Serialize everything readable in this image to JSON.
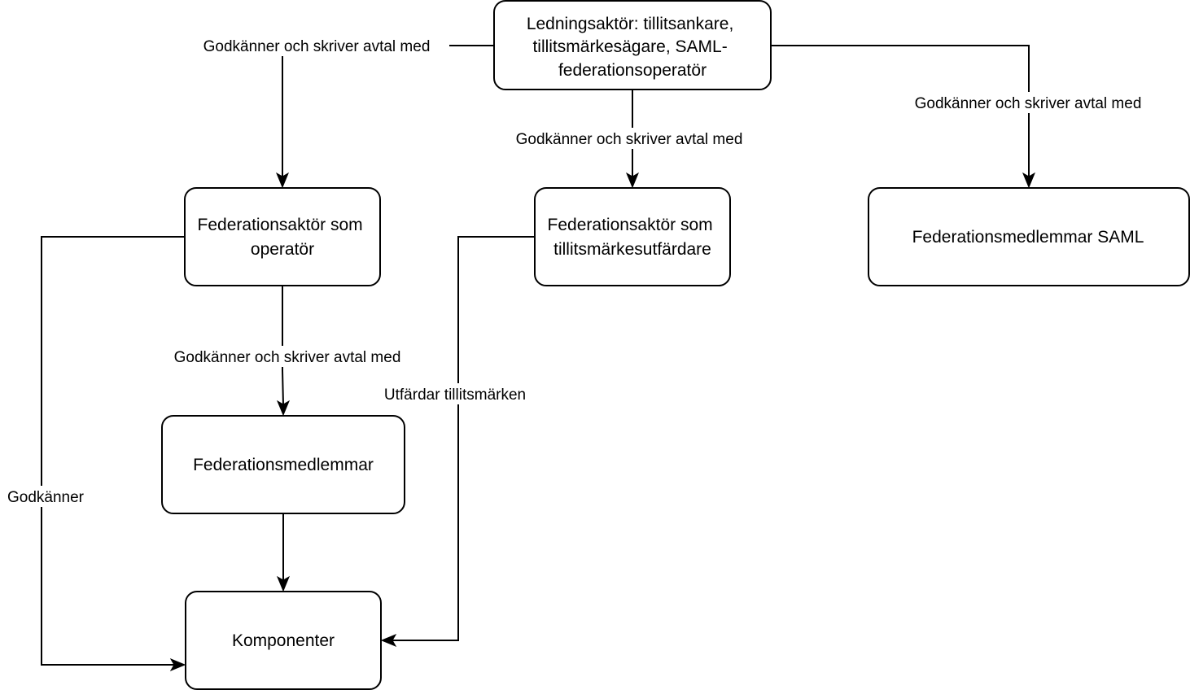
{
  "nodes": {
    "ledningsaktor": {
      "lines": [
        "Ledningsaktör: tillitsankare,",
        "tillitsmärkesägare, SAML-",
        "federationsoperatör"
      ]
    },
    "federationsaktor_operator": {
      "lines": [
        "Federationsaktör som",
        "operatör"
      ]
    },
    "federationsaktor_utfardare": {
      "lines": [
        "Federationsaktör som",
        "tillitsmärkesutfärdare"
      ]
    },
    "federationsmedlemmar_saml": {
      "lines": [
        "Federationsmedlemmar SAML"
      ]
    },
    "federationsmedlemmar": {
      "lines": [
        "Federationsmedlemmar"
      ]
    },
    "komponenter": {
      "lines": [
        "Komponenter"
      ]
    }
  },
  "edges": {
    "lednings_to_operator": {
      "label": "Godkänner och skriver avtal med"
    },
    "lednings_to_utfardare": {
      "label": "Godkänner och skriver avtal med"
    },
    "lednings_to_saml": {
      "label": "Godkänner och skriver avtal med"
    },
    "operator_to_medlemmar": {
      "label": "Godkänner och skriver avtal med"
    },
    "operator_to_komponenter": {
      "label": "Godkänner"
    },
    "utfardare_to_komponenter": {
      "label": "Utfärdar tillitsmärken"
    },
    "medlemmar_to_komponenter": {
      "label": ""
    }
  }
}
